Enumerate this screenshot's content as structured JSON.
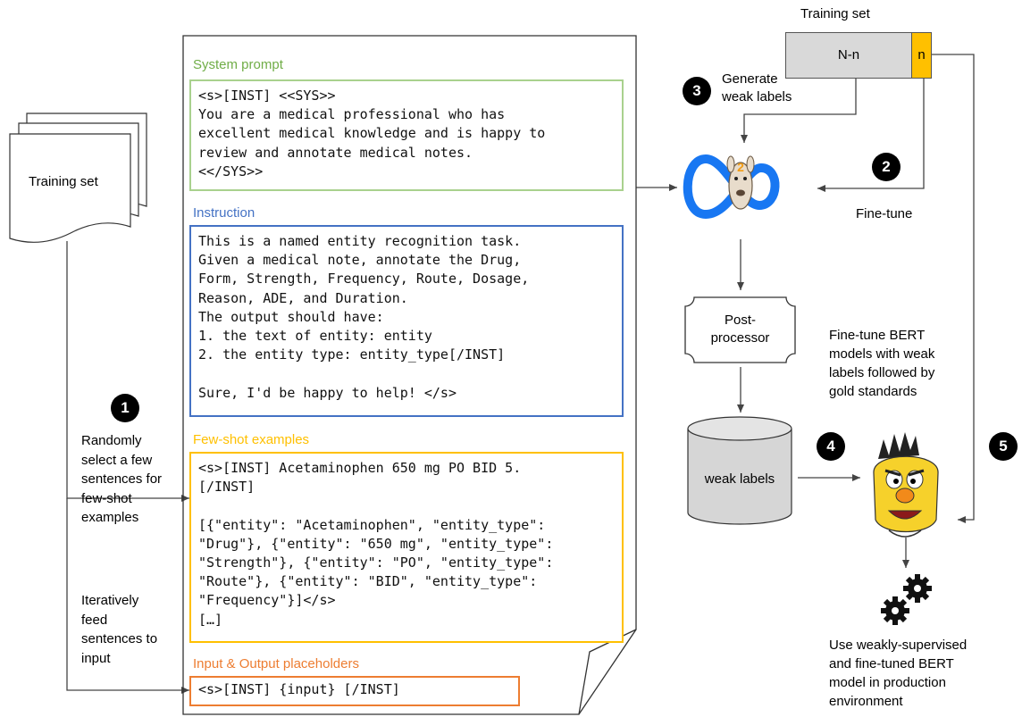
{
  "colors": {
    "system": "#70ad47",
    "instruction": "#4472c4",
    "fewshot": "#ffc000",
    "inout": "#ed7d31",
    "subset_box": "#d9d9d9",
    "subset_n": "#ffc000"
  },
  "left_doc_label": "Training set",
  "top_training_set": {
    "title": "Training set",
    "part_main": "N-n",
    "part_small": "n"
  },
  "prompt": {
    "system_title": "System prompt",
    "system_lines": [
      "<s>[INST] <<SYS>>",
      "You are a medical professional who has",
      "excellent medical knowledge and is happy to",
      "review and annotate medical notes.",
      "<</SYS>>"
    ],
    "instruction_title": "Instruction",
    "instruction_lines": [
      "This is a named entity recognition task.",
      "Given a medical note, annotate the Drug,",
      "Form, Strength, Frequency, Route, Dosage,",
      "Reason, ADE, and Duration.",
      "The output should have:",
      "1. the text of entity: entity",
      "2. the entity type: entity_type[/INST]",
      "",
      "Sure, I'd be happy to help! </s>"
    ],
    "fewshot_title": "Few-shot examples",
    "fewshot_lines": [
      "<s>[INST] Acetaminophen 650 mg PO BID 5.",
      "[/INST]",
      "",
      "[{\"entity\": \"Acetaminophen\", \"entity_type\":",
      "\"Drug\"}, {\"entity\": \"650 mg\", \"entity_type\":",
      "\"Strength\"}, {\"entity\": \"PO\", \"entity_type\":",
      "\"Route\"}, {\"entity\": \"BID\", \"entity_type\":",
      "\"Frequency\"}]</s>",
      "[…]"
    ],
    "inout_title": "Input & Output placeholders",
    "inout_line": "<s>[INST] {input} [/INST]"
  },
  "steps": {
    "s1": {
      "badge": "1",
      "lines": [
        "Randomly",
        "select a few",
        "sentences for",
        "few-shot",
        "examples"
      ]
    },
    "s1b": {
      "lines": [
        "Iteratively",
        "feed",
        "sentences to",
        "input"
      ]
    },
    "s2": {
      "badge": "2",
      "label": "Fine-tune"
    },
    "s3": {
      "badge": "3",
      "lines": [
        "Generate",
        "weak labels"
      ]
    },
    "s4": {
      "badge": "4"
    },
    "s5": {
      "badge": "5"
    }
  },
  "postprocessor": {
    "lines": [
      "Post-",
      "processor"
    ]
  },
  "weak_labels": {
    "label": "weak labels"
  },
  "bert_caption": {
    "lines": [
      "Fine-tune BERT",
      "models with weak",
      "labels followed by",
      "gold standards"
    ]
  },
  "production_caption": {
    "lines": [
      "Use weakly-supervised",
      "and fine-tuned BERT",
      "model in production",
      "environment"
    ]
  },
  "llama_icon": "llama-2-logo",
  "bert_icon": "bert-face",
  "gear_icon": "gear-icon"
}
